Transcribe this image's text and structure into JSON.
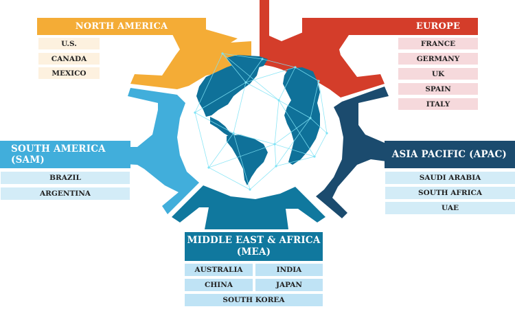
{
  "colors": {
    "north_america": "#f4ac36",
    "europe": "#d43d2a",
    "south_america": "#41aedb",
    "asia_pacific": "#1b4b6e",
    "middle_east_africa": "#10789e",
    "globe_land": "#0f7199",
    "network_lines": "#7fe3f5"
  },
  "regions": {
    "north_america": {
      "label": "NORTH AMERICA",
      "items": [
        "U.S.",
        "CANADA",
        "MEXICO"
      ]
    },
    "europe": {
      "label": "EUROPE",
      "items": [
        "FRANCE",
        "GERMANY",
        "UK",
        "SPAIN",
        "ITALY"
      ]
    },
    "south_america": {
      "label": "SOUTH AMERICA (SAM)",
      "items": [
        "BRAZIL",
        "ARGENTINA"
      ]
    },
    "asia_pacific": {
      "label": "ASIA PACIFIC (APAC)",
      "items": [
        "SAUDI ARABIA",
        "SOUTH AFRICA",
        "UAE"
      ]
    },
    "middle_east_africa": {
      "label_line1": "MIDDLE EAST & AFRICA",
      "label_line2": "(MEA)",
      "items": [
        "AUSTRALIA",
        "INDIA",
        "CHINA",
        "JAPAN",
        "SOUTH KOREA"
      ]
    }
  },
  "center": {
    "icon": "globe-network-icon"
  }
}
